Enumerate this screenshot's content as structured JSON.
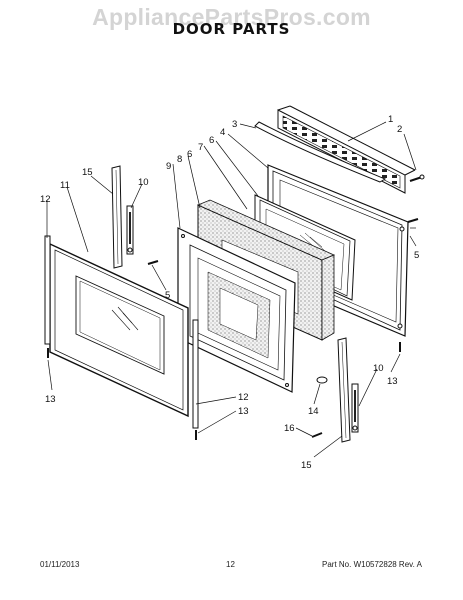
{
  "watermark": "AppliancePartsPros.com",
  "title": "DOOR PARTS",
  "footer": {
    "date": "01/11/2013",
    "page": "12",
    "part_rev": "Part No. W10572828  Rev. A"
  },
  "callouts": [
    "1",
    "2",
    "3",
    "4",
    "5",
    "6",
    "7",
    "8",
    "9",
    "10",
    "11",
    "12",
    "13",
    "14",
    "15",
    "16"
  ],
  "colors": {
    "line": "#111111",
    "watermark": "#d4d4d4",
    "insulation": "#e6e6e6"
  }
}
